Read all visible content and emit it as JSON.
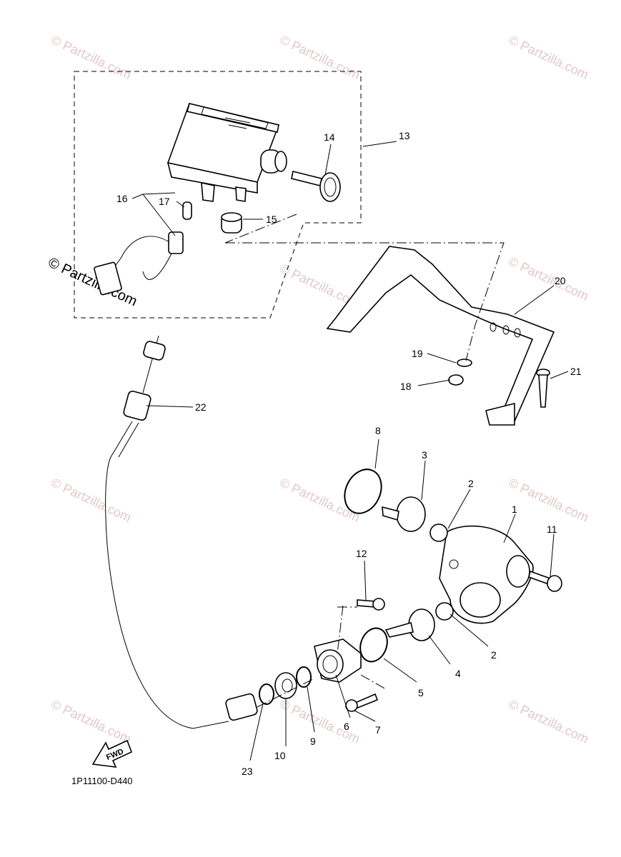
{
  "diagram": {
    "part_code": "1P11100-D440",
    "fwd_label": "FWD",
    "watermark": "© Partzilla.com",
    "colors": {
      "line": "#000000",
      "watermark": "#e2c8c8",
      "background": "#ffffff"
    },
    "callouts": [
      "1",
      "2",
      "3",
      "4",
      "5",
      "6",
      "7",
      "8",
      "9",
      "10",
      "11",
      "12",
      "13",
      "14",
      "15",
      "16",
      "17",
      "18",
      "19",
      "20",
      "21",
      "22",
      "23"
    ],
    "callout_2b": "2"
  }
}
